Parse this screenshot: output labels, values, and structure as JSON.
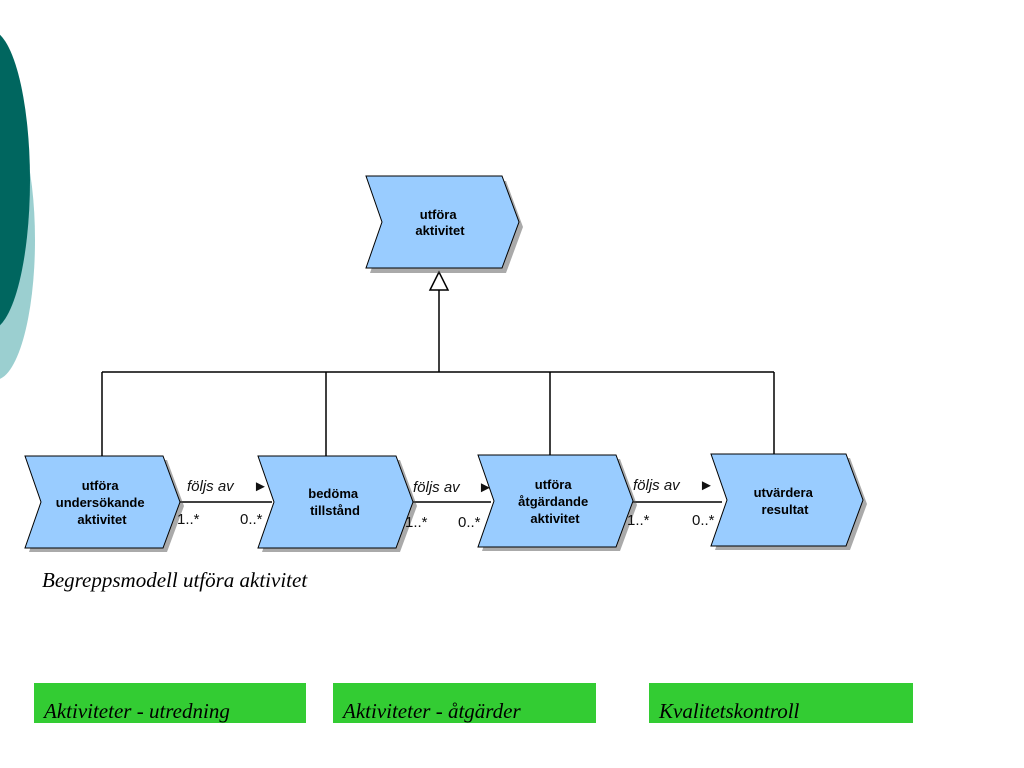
{
  "colors": {
    "decor_dark": "#00665f",
    "decor_light": "#9bcfd0",
    "node_fill": "#99ccff",
    "node_stroke": "#000000",
    "label_box_fill": "#33cc33"
  },
  "diagram": {
    "root": {
      "lines": [
        "utföra",
        "aktivitet"
      ]
    },
    "children": [
      {
        "id": "undersokande",
        "lines": [
          "utföra",
          "undersökande",
          "aktivitet"
        ]
      },
      {
        "id": "bedoma",
        "lines": [
          "bedöma",
          "tillstånd"
        ]
      },
      {
        "id": "atgardande",
        "lines": [
          "utföra",
          "åtgärdande",
          "aktivitet"
        ]
      },
      {
        "id": "utvardera",
        "lines": [
          "utvärdera",
          "resultat"
        ]
      }
    ],
    "associations": [
      {
        "from": "undersokande",
        "to": "bedoma",
        "label": "följs av",
        "source_mult": "1..*",
        "target_mult": "0..*"
      },
      {
        "from": "bedoma",
        "to": "atgardande",
        "label": "följs av",
        "source_mult": "1..*",
        "target_mult": "0..*"
      },
      {
        "from": "atgardande",
        "to": "utvardera",
        "label": "följs av",
        "source_mult": "1..*",
        "target_mult": "0..*"
      }
    ],
    "arrow_glyph": "►"
  },
  "caption": "Begreppsmodell utföra aktivitet",
  "categories": [
    "Aktiviteter - utredning",
    "Aktiviteter  - åtgärder",
    "Kvalitetskontroll"
  ]
}
